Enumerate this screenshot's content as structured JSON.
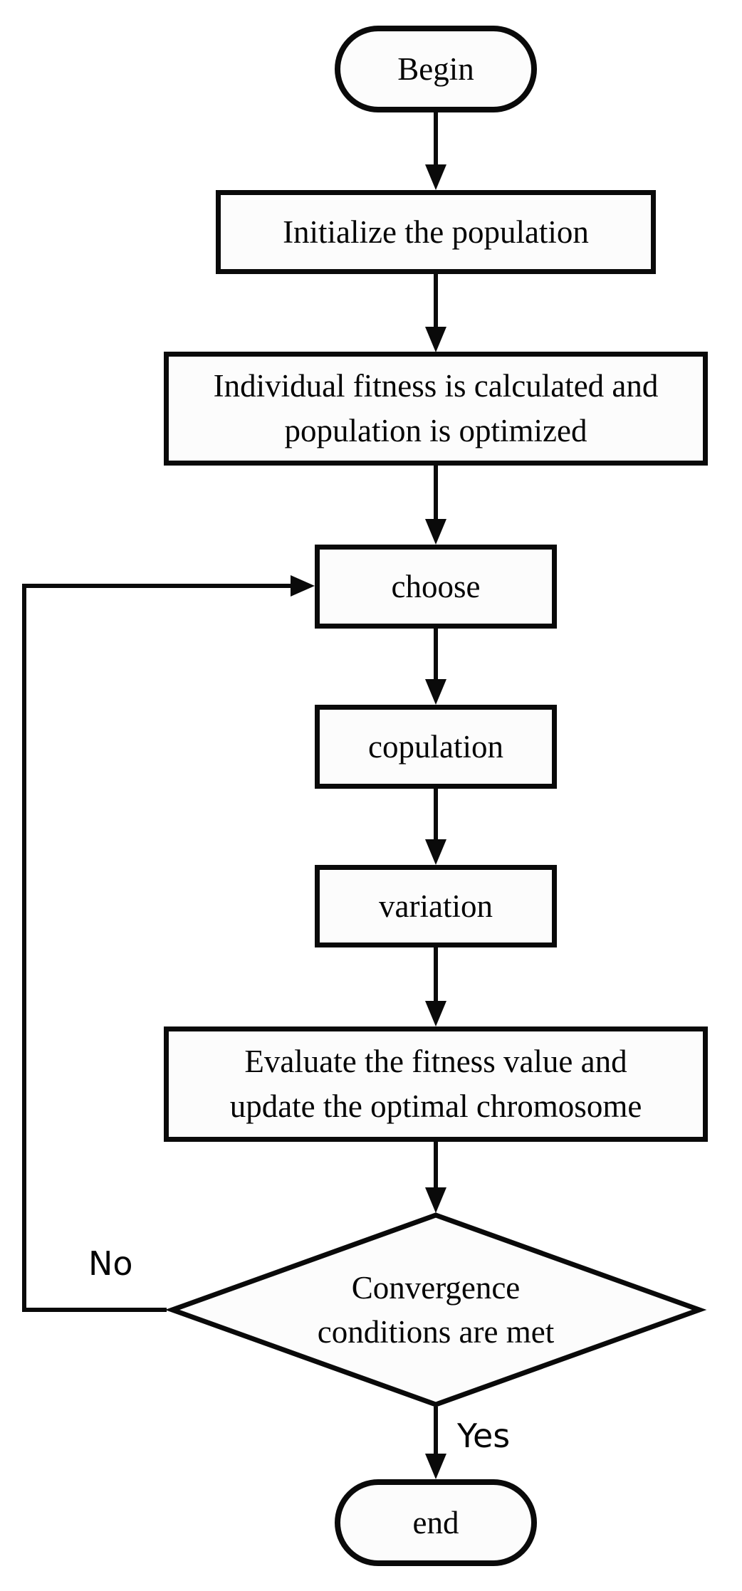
{
  "flowchart": {
    "background": "#ffffff",
    "stroke_color": "#0a0a0a",
    "node_fill": "#fcfcfc",
    "nodes": {
      "begin": {
        "shape": "terminator",
        "label": "Begin"
      },
      "initialize": {
        "shape": "process",
        "label": "Initialize the population"
      },
      "fitness": {
        "shape": "process",
        "label": "Individual fitness is calculated and\npopulation is optimized"
      },
      "choose": {
        "shape": "process",
        "label": "choose"
      },
      "copulation": {
        "shape": "process",
        "label": "copulation"
      },
      "variation": {
        "shape": "process",
        "label": "variation"
      },
      "evaluate": {
        "shape": "process",
        "label": "Evaluate the fitness value and\nupdate the optimal chromosome"
      },
      "convergence": {
        "shape": "decision",
        "label": "Convergence\nconditions are met"
      },
      "end": {
        "shape": "terminator",
        "label": "end"
      }
    },
    "edge_labels": {
      "yes": "Yes",
      "no": "No"
    }
  }
}
